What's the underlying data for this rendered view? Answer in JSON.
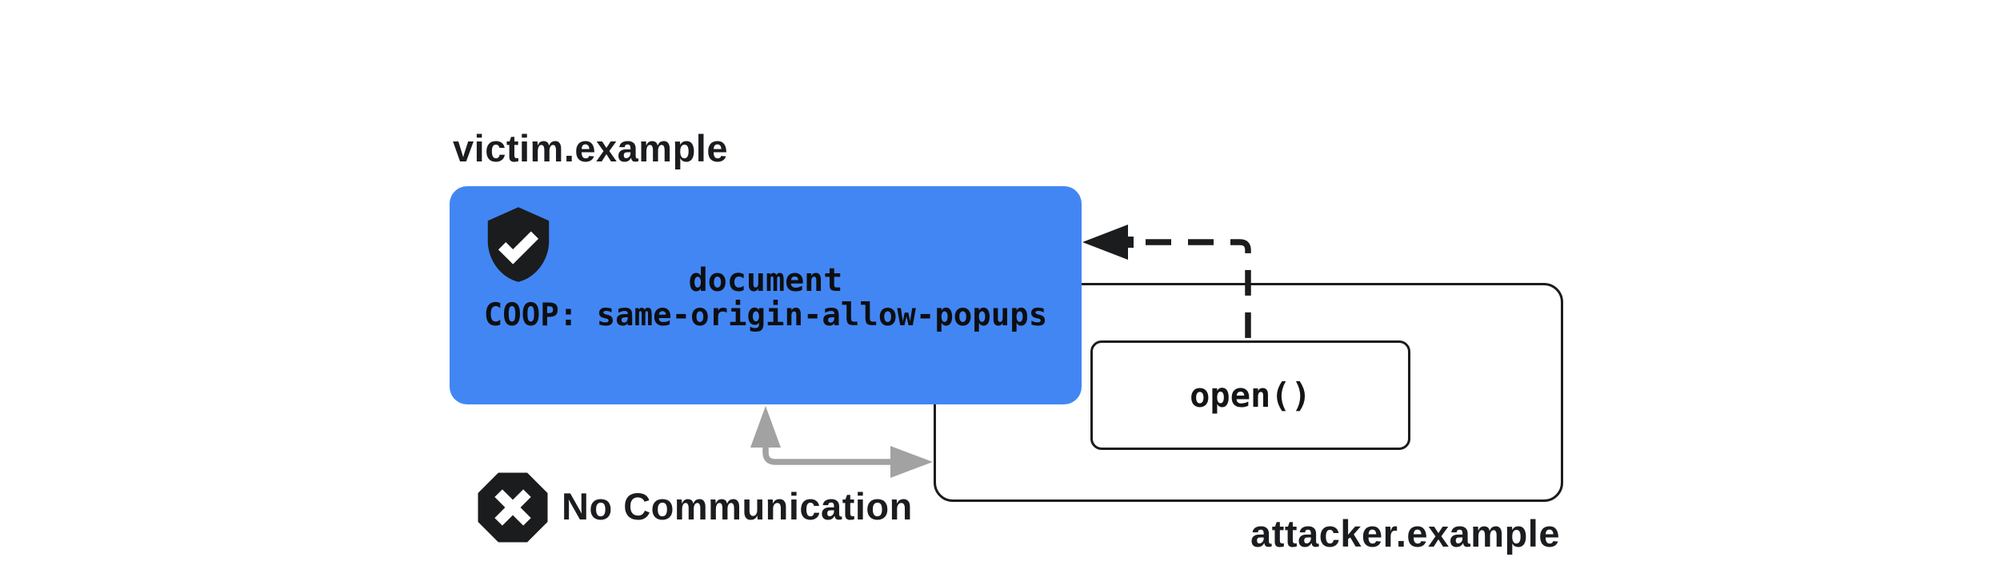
{
  "victim": {
    "label": "victim.example",
    "document_box": {
      "line1": "document",
      "line2": "COOP: same-origin-allow-popups",
      "icon": "shield-check-icon"
    }
  },
  "attacker": {
    "label": "attacker.example",
    "open_call_label": "open()"
  },
  "blocked_status": {
    "label": "No Communication",
    "icon": "octagon-x-icon"
  },
  "arrows": {
    "opener_arrow": "dashed black elbow arrow from open() box pointing left into victim document box",
    "blocked_arrow": "gray double-headed elbow arrow between victim box bottom and attacker window left edge"
  },
  "colors": {
    "victim_box_blue": "#4286F4",
    "ink_black": "#1b1c1e",
    "arrow_gray": "#a2a2a2",
    "background": "#ffffff"
  }
}
